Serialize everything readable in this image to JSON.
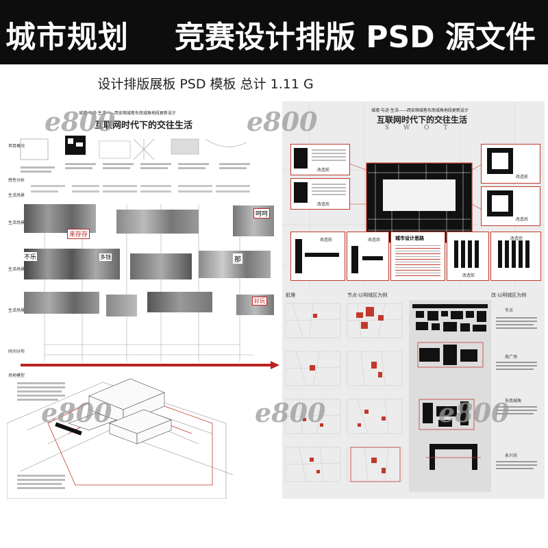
{
  "header": {
    "left_title": "城市规划",
    "right_title": "竞赛设计排版 PSD 源文件"
  },
  "subtitle": "设计排版展板 PSD 模板 总计 1.11 G",
  "watermark": "e800",
  "left_board": {
    "top_line": "城墟·与迹·生活——西安顺城巷东南城角地段更新设计",
    "title": "互联网时代下的交往生活",
    "section_labels": [
      "项目概况",
      "感性分析",
      "生活场景",
      "生活场景",
      "生活场景",
      "生活场景",
      "时间分布",
      "场地模型"
    ],
    "photo_signs": [
      "来存存",
      "不乐",
      "多钱",
      "那",
      "呵呵",
      "好玩"
    ]
  },
  "right_board": {
    "top_line": "城墟·与迹·生活——西安顺城巷东南城角地段更新设计",
    "title": "互联网时代下的交往生活",
    "compass": "S W O T",
    "caption_before": "改造前",
    "caption_after": "改造后",
    "center_heading": "城市设计思路",
    "grid_heading": "节点·以明城区为例",
    "col_left_heading": "肌理",
    "block_heading": "改·以明城区为例",
    "side_labels": [
      "节点",
      "南广场",
      "东南城角",
      "永兴坊"
    ]
  },
  "colors": {
    "accent": "#c0392b",
    "topbar": "#0d0d0d"
  }
}
